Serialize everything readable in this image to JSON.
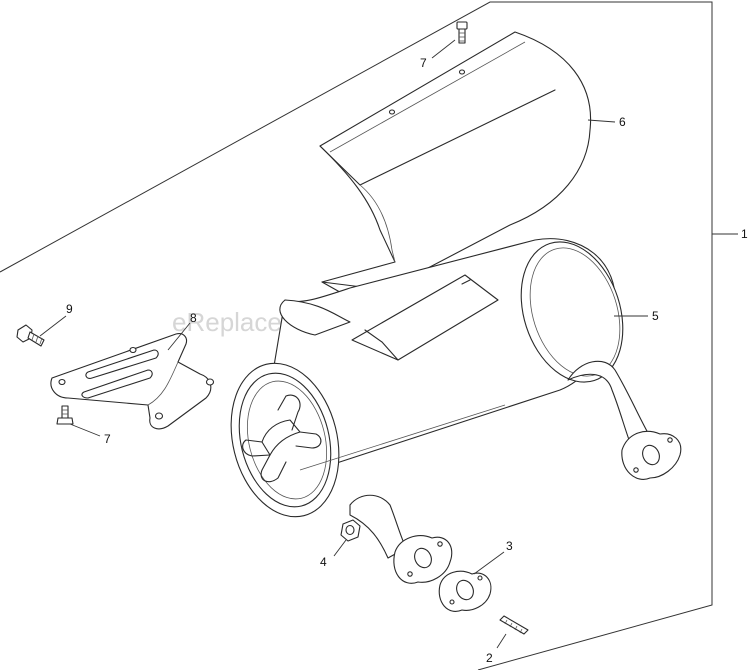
{
  "watermark": "eReplacementParts.com",
  "callouts": {
    "kit": "1",
    "stud": "2",
    "gasket": "3",
    "nut": "4",
    "muffler": "5",
    "heat_shield": "6",
    "screw_top": "7",
    "bracket": "8",
    "screw_bracket_top": "9",
    "screw_bracket_bottom": "7"
  },
  "colors": {
    "line": "#2a2a2a",
    "watermark": "#d6d6d6",
    "background": "#ffffff"
  }
}
